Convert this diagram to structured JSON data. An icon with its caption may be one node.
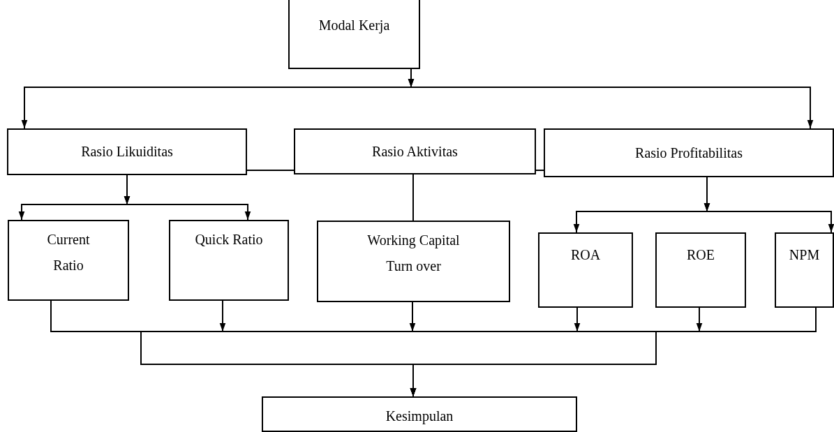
{
  "diagram": {
    "nodes": [
      {
        "text": [
          "Modal Kerja"
        ]
      },
      {
        "text": [
          "Rasio Likuiditas"
        ]
      },
      {
        "text": [
          "Rasio Aktivitas"
        ]
      },
      {
        "text": [
          "Rasio Profitabilitas"
        ]
      },
      {
        "text": [
          "Current Ratio"
        ]
      },
      {
        "text": [
          "Quick Ratio"
        ]
      },
      {
        "text": [
          "Working Capital Turn over"
        ]
      },
      {
        "text": [
          "ROA"
        ]
      },
      {
        "text": [
          "ROE"
        ]
      },
      {
        "text": [
          "NPM"
        ]
      },
      {
        "text": [
          "Kesimpulan"
        ]
      }
    ],
    "edges": [
      {
        "from": 0,
        "to": 1,
        "arrow": "to"
      },
      {
        "from": 0,
        "to": 3,
        "arrow": "to"
      },
      {
        "from": 1,
        "to": 2,
        "arrow": "none"
      },
      {
        "from": 2,
        "to": 3,
        "arrow": "none"
      },
      {
        "from": 1,
        "to": 4,
        "arrow": "to"
      },
      {
        "from": 1,
        "to": 5,
        "arrow": "to"
      },
      {
        "from": 2,
        "to": 6,
        "arrow": "none"
      },
      {
        "from": 3,
        "to": 7,
        "arrow": "to"
      },
      {
        "from": 3,
        "to": 9,
        "arrow": "to"
      },
      {
        "from": 4,
        "to": 10,
        "arrow": "to"
      },
      {
        "from": 5,
        "to": 10,
        "arrow": "to"
      },
      {
        "from": 6,
        "to": 10,
        "arrow": "to"
      },
      {
        "from": 7,
        "to": 10,
        "arrow": "to"
      },
      {
        "from": 8,
        "to": 10,
        "arrow": "to"
      },
      {
        "from": 9,
        "to": 10,
        "arrow": "to"
      }
    ]
  }
}
